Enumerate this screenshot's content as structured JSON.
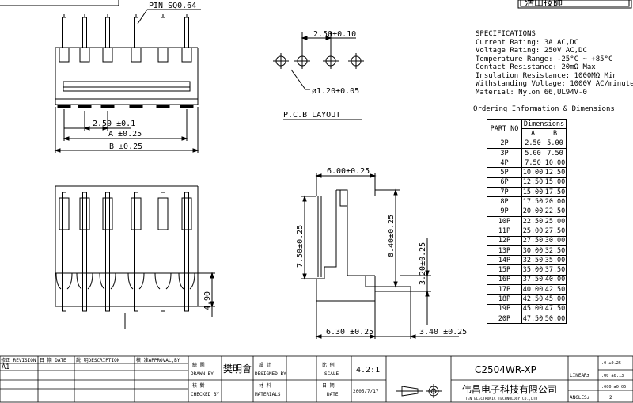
{
  "header": {
    "pin_label": "PIN SQ0.64",
    "title_corner": "活山技師"
  },
  "pcb": {
    "pitch_label": "2.50±0.10",
    "hole_label": "ø1.20±0.05",
    "caption": "P.C.B  LAYOUT"
  },
  "front_view": {
    "pitch_label": "2.50 ±0.1",
    "a_label": "A ±0.25",
    "b_label": "B ±0.25"
  },
  "side_view": {
    "top_label": "6.00±0.25",
    "height_left": "7.50±0.25",
    "height_mid": "8.40±0.25",
    "height_right": "3.20±0.25",
    "bottom_left": "6.30 ±0.25",
    "bottom_right": "3.40 ±0.25"
  },
  "bottom_view": {
    "height_label": "4.90"
  },
  "specifications": {
    "heading": "SPECIFICATIONS",
    "lines": [
      "Current Rating: 3A AC,DC",
      "Voltage Rating: 250V  AC,DC",
      "Temperature Range: -25°C ~ +85°C",
      "Contact Resistance: 20mΩ Max",
      "Insulation Resistance: 1000MΩ Min",
      "Withstanding Voltage: 1000V AC/minute",
      "Material: Nylon 66,UL94V-0"
    ]
  },
  "ordering": {
    "heading": "Ordering Information & Dimensions",
    "col_part": "PART NO",
    "col_dims": "Dimensions",
    "col_a": "A",
    "col_b": "B",
    "rows": [
      [
        "2P",
        "2.50",
        "5.00"
      ],
      [
        "3P",
        "5.00",
        "7.50"
      ],
      [
        "4P",
        "7.50",
        "10.00"
      ],
      [
        "5P",
        "10.00",
        "12.50"
      ],
      [
        "6P",
        "12.50",
        "15.00"
      ],
      [
        "7P",
        "15.00",
        "17.50"
      ],
      [
        "8P",
        "17.50",
        "20.00"
      ],
      [
        "9P",
        "20.00",
        "22.50"
      ],
      [
        "10P",
        "22.50",
        "25.00"
      ],
      [
        "11P",
        "25.00",
        "27.50"
      ],
      [
        "12P",
        "27.50",
        "30.00"
      ],
      [
        "13P",
        "30.00",
        "32.50"
      ],
      [
        "14P",
        "32.50",
        "35.00"
      ],
      [
        "15P",
        "35.00",
        "37.50"
      ],
      [
        "16P",
        "37.50",
        "40.00"
      ],
      [
        "17P",
        "40.00",
        "42.50"
      ],
      [
        "18P",
        "42.50",
        "45.00"
      ],
      [
        "19P",
        "45.00",
        "47.50"
      ],
      [
        "20P",
        "47.50",
        "50.00"
      ]
    ]
  },
  "title_block": {
    "rev_col": "修正 REVISION",
    "date_col": "日 期 DATE",
    "desc_col": "說 明DESCRIPTION",
    "appr_col": "核 准APPROVAL,BY",
    "rev_value": "A1",
    "drawn_cn": "繪 圖",
    "drawn_en": "DRAWN BY",
    "drawn_name": "樊明會",
    "designed_cn": "設 計",
    "designed_en": "DESIGNED BY",
    "checked_cn": "核 對",
    "checked_en": "CHECKED BY",
    "material_cn": "材 料",
    "material_en": "MATERIALS",
    "scale_cn": "比 例",
    "scale_en": "SCALE",
    "scale_value": "4.2:1",
    "date_cn": "日 期",
    "date_en": "DATE",
    "date_value": "2005/7/17",
    "part_number": "C2504WR-XP",
    "company_cn": "伟昌电子科技有限公司",
    "company_en": "TEN ELECTRONIC TECHNOLOGY CO.,LTD",
    "linear_label": "LINEAR±",
    "angles_label": "ANGLES±",
    "tol_1": ".0  ±0.25",
    "tol_2": ".00 ±0.13",
    "tol_3": ".000 ±0.05",
    "tol_angle": "2"
  }
}
